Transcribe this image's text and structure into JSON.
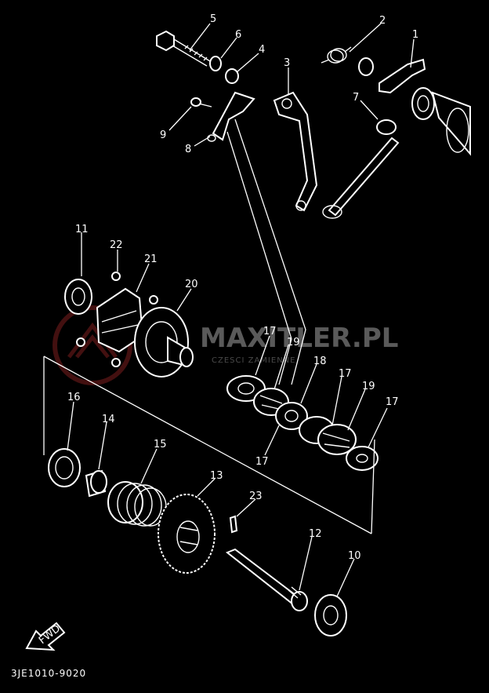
{
  "callouts": {
    "c1": "1",
    "c2": "2",
    "c3": "3",
    "c4": "4",
    "c5": "5",
    "c6": "6",
    "c7": "7",
    "c8": "8",
    "c9": "9",
    "c10": "10",
    "c11": "11",
    "c12": "12",
    "c13": "13",
    "c14": "14",
    "c15": "15",
    "c16": "16",
    "c17a": "17",
    "c17b": "17",
    "c17c": "17",
    "c17d": "17",
    "c18": "18",
    "c19a": "19",
    "c19b": "19",
    "c20": "20",
    "c21": "21",
    "c22": "22",
    "c23": "23"
  },
  "fwd_label": "FWD",
  "drawing_code": "3JE1010-9020",
  "watermark": {
    "text": "MAXITLER.PL",
    "subtext": "CZESCI ZAMIENNE"
  },
  "colors": {
    "background": "#000000",
    "lines": "#ffffff",
    "watermark": "#c0392b"
  }
}
